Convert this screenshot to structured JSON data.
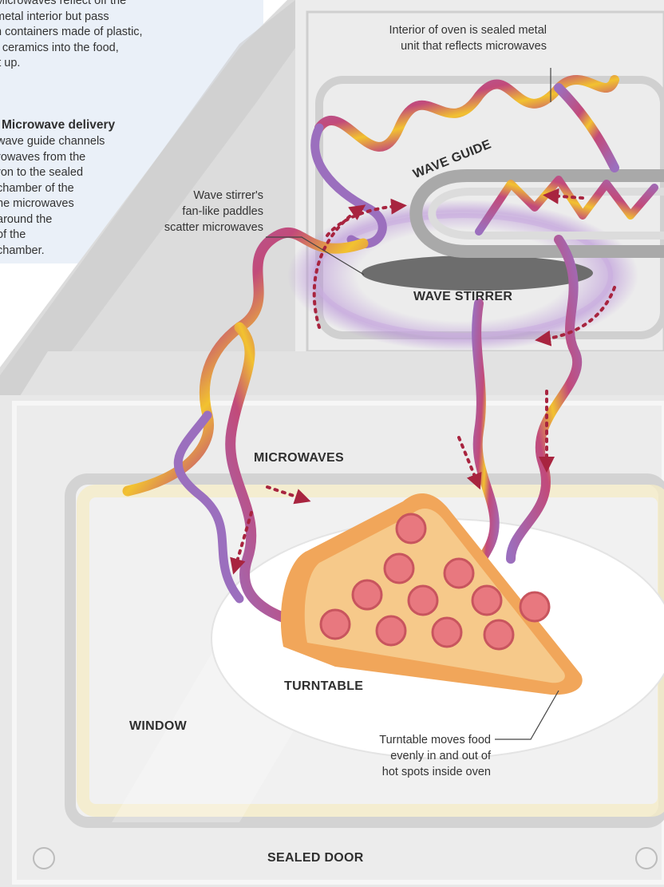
{
  "intro": {
    "lines": [
      "Microwaves reflect off the",
      "metal interior but pass",
      "n containers made of plastic,",
      "r ceramics into the food,",
      " it up."
    ]
  },
  "delivery": {
    "heading": "Microwave delivery",
    "lines": [
      " wave guide channels",
      "rowaves from the",
      "ron to the sealed",
      " chamber of the",
      "he microwaves",
      " around the",
      " of the",
      " chamber."
    ]
  },
  "callouts": {
    "interior": [
      "Interior of oven is sealed metal",
      "unit that reflects microwaves"
    ],
    "stirrer": [
      "Wave stirrer's",
      "fan-like paddles",
      "scatter microwaves"
    ],
    "turntable": [
      "Turntable moves food",
      "evenly in and out of",
      "hot spots inside oven"
    ]
  },
  "labels": {
    "wave_guide": "WAVE GUIDE",
    "wave_stirrer": "WAVE STIRRER",
    "microwaves": "MICROWAVES",
    "turntable": "TURNTABLE",
    "window": "WINDOW",
    "sealed_door": "SEALED DOOR"
  },
  "colors": {
    "wave_purple": "#9b6fbe",
    "wave_pink": "#c24a7a",
    "wave_yellow": "#f2c230",
    "arrow_red": "#a8243f",
    "panel_grey": "#e9e9e9",
    "intro_panel": "#eaf0f8"
  }
}
